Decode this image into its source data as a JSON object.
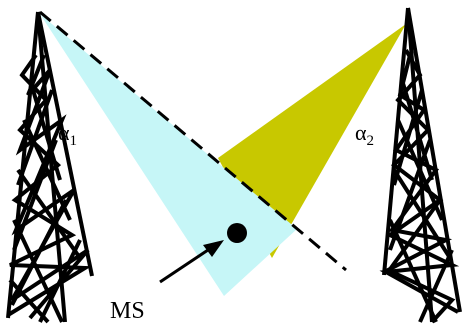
{
  "labels": {
    "angle_left_symbol": "α",
    "angle_left_sub": "1",
    "angle_right_symbol": "α",
    "angle_right_sub": "2",
    "mobile_station": "MS"
  },
  "colors": {
    "left_beam": "#c6f6f7",
    "right_beam": "#c8c800",
    "tower": "#000000",
    "line_of_sight": "#000000",
    "ms_dot": "#000000",
    "background": "#ffffff"
  },
  "icons": {
    "left_tower": "lattice-tower-icon",
    "right_tower": "lattice-tower-icon",
    "mobile_station": "dot-icon",
    "pointer": "arrow-icon"
  }
}
